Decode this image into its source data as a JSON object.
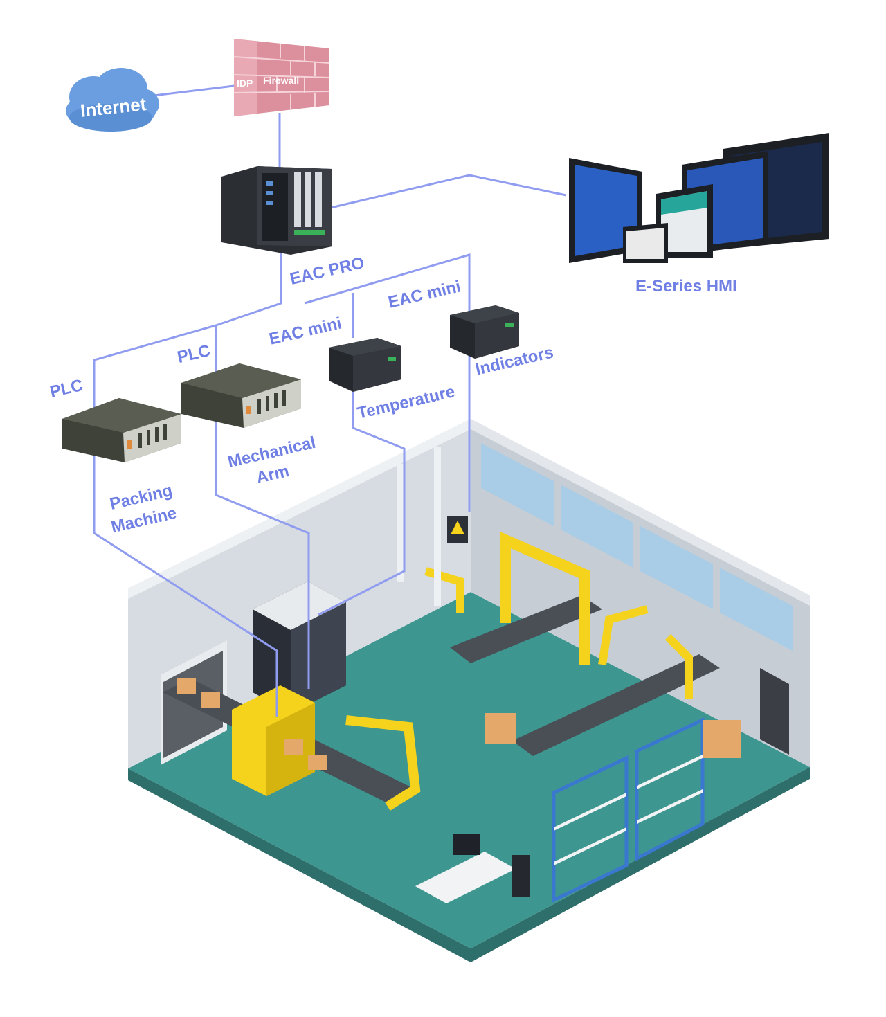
{
  "internet": {
    "label": "Internet"
  },
  "firewall": {
    "idp_label": "IDP",
    "firewall_label": "Firewall"
  },
  "hmi": {
    "label": "E-Series HMI"
  },
  "controllers": {
    "eac_pro": "EAC PRO",
    "eac_mini_1": "EAC mini",
    "eac_mini_2": "EAC mini"
  },
  "plcs": {
    "plc_1": "PLC",
    "plc_2": "PLC"
  },
  "endpoints": {
    "packing_line1": "Packing",
    "packing_line2": "Machine",
    "arm_line1": "Mechanical",
    "arm_line2": "Arm",
    "temperature": "Temperature",
    "indicators": "Indicators"
  },
  "colors": {
    "line": "#8f9cf0",
    "label": "#6f7fe4",
    "cloud": "#6a9ee0",
    "firewall": "#dc8f9c",
    "floor": "#3e9690",
    "wall": "#d6dce2",
    "machine_yellow": "#f5d21c"
  }
}
